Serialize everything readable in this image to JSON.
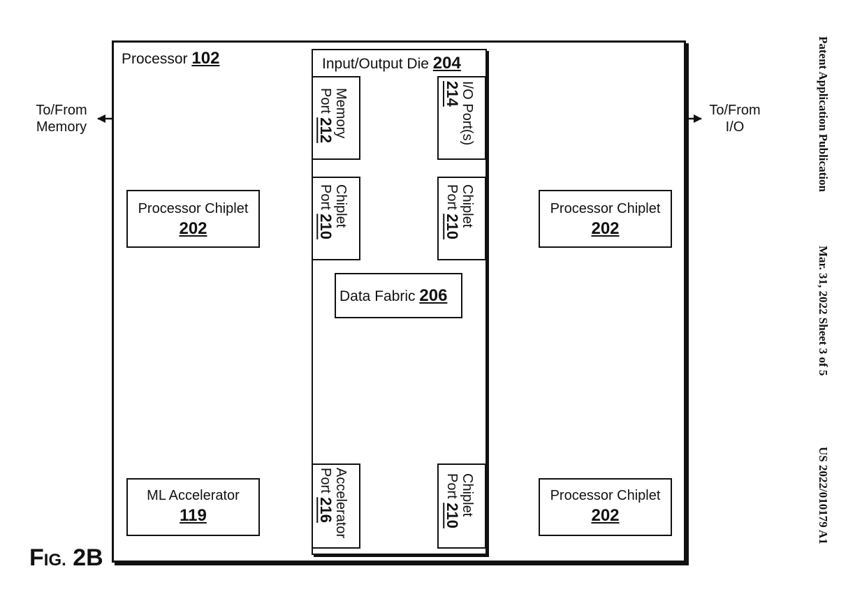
{
  "header": {
    "publication": "Patent Application Publication",
    "date_sheet": "Mar. 31, 2022  Sheet 3 of 5",
    "pub_number": "US 2022/010179 A1"
  },
  "figure": {
    "fig_prefix": "F",
    "fig_small": "IG.",
    "fig_num": "2B"
  },
  "processor": {
    "label": "Processor ",
    "num": "102"
  },
  "io_die": {
    "label": "Input/Output Die ",
    "num": "204"
  },
  "memory_port": {
    "line1": "Memory",
    "line2": "Port ",
    "num": "212"
  },
  "io_ports": {
    "line1": "I/O Port(s)",
    "num": "214"
  },
  "chiplet_port": {
    "line1": "Chiplet",
    "line2": "Port ",
    "num": "210"
  },
  "accelerator_port": {
    "line1": "Accelerator",
    "line2": "Port ",
    "num": "216"
  },
  "data_fabric": {
    "label": "Data Fabric ",
    "num": "206"
  },
  "processor_chiplet": {
    "label": "Processor Chiplet",
    "num": "202"
  },
  "ml_accelerator": {
    "label": "ML Accelerator",
    "num": "119"
  },
  "external": {
    "memory_line1": "To/From",
    "memory_line2": "Memory",
    "io_line1": "To/From",
    "io_line2": "I/O"
  }
}
